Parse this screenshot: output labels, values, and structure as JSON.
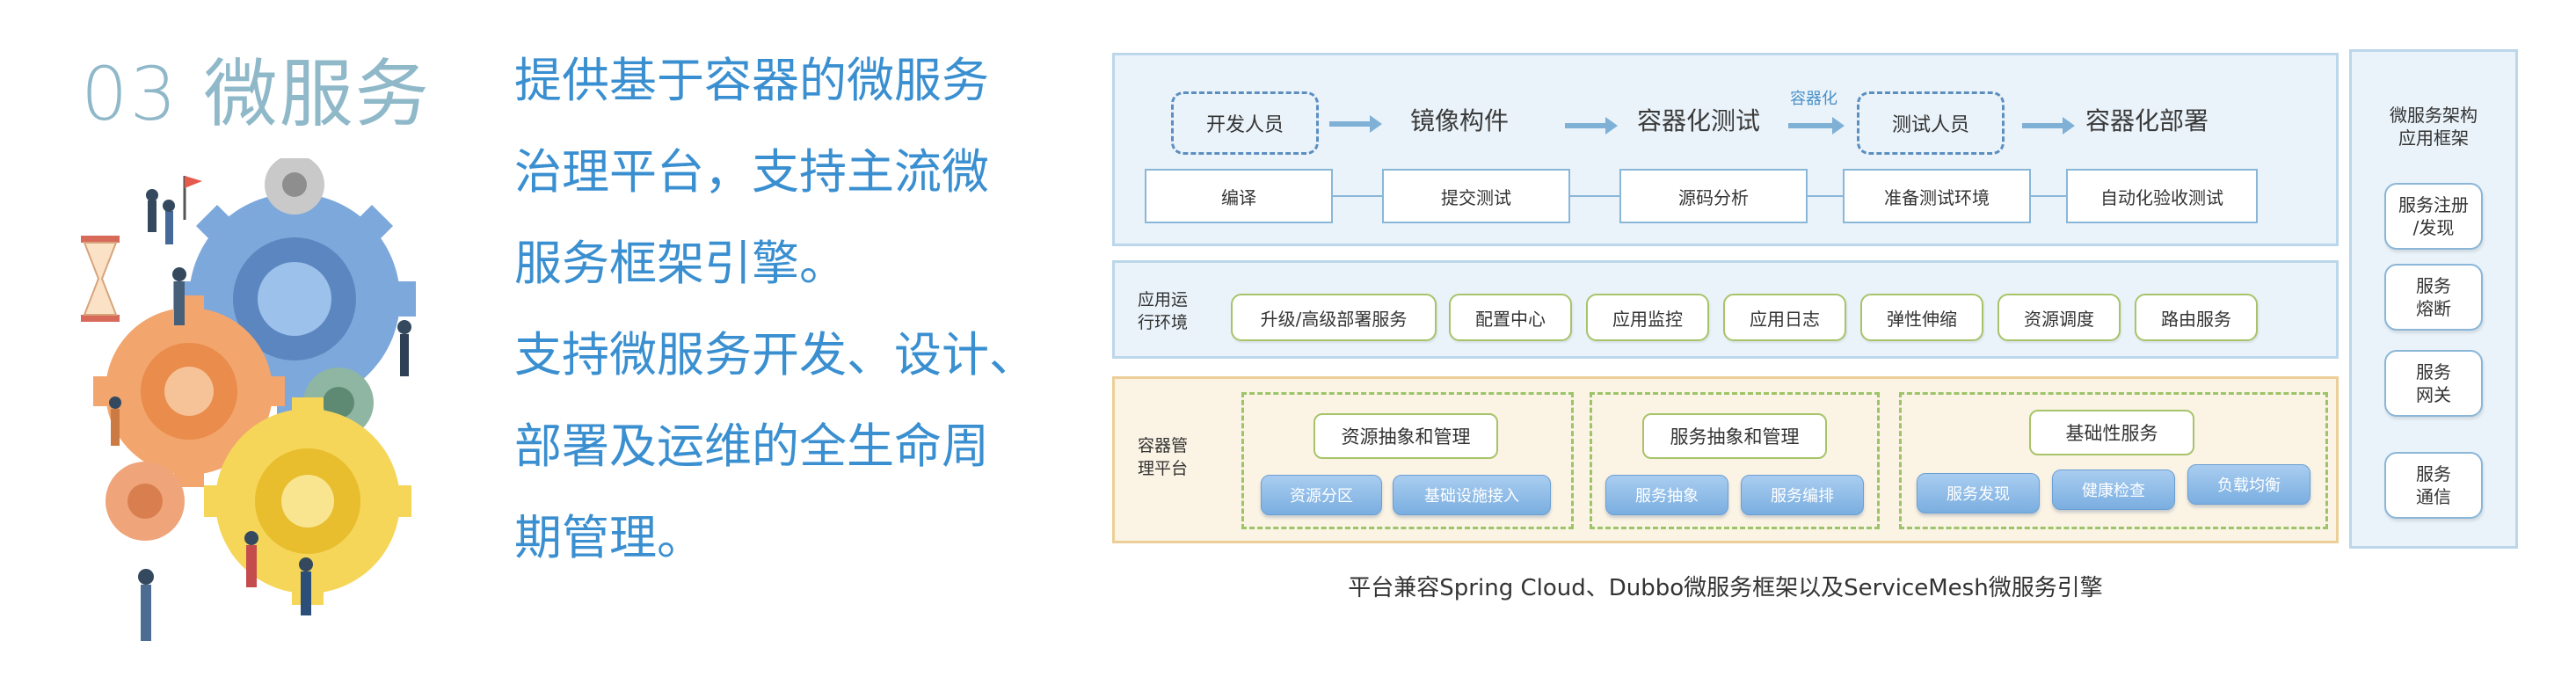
{
  "heading": "03 微服务",
  "description": [
    "提供基于容器的微服务",
    "治理平台，支持主流微",
    "服务框架引擎。",
    "支持微服务开发、设计、",
    "部署及运维的全生命周",
    "期管理。"
  ],
  "pipeline": {
    "dev": "开发人员",
    "image_build": "镜像构件",
    "container_test": "容器化测试",
    "containerize_label": "容器化",
    "tester": "测试人员",
    "container_deploy": "容器化部署",
    "steps": [
      "编译",
      "提交测试",
      "源码分析",
      "准备测试环境",
      "自动化验收测试"
    ]
  },
  "runtime": {
    "label_line1": "应用运",
    "label_line2": "行环境",
    "items": [
      "升级/高级部署服务",
      "配置中心",
      "应用监控",
      "应用日志",
      "弹性伸缩",
      "资源调度",
      "路由服务"
    ]
  },
  "container_platform": {
    "label_line1": "容器管",
    "label_line2": "理平台",
    "groups": [
      {
        "title": "资源抽象和管理",
        "items": [
          "资源分区",
          "基础设施接入"
        ]
      },
      {
        "title": "服务抽象和管理",
        "items": [
          "服务抽象",
          "服务编排"
        ]
      },
      {
        "title": "基础性服务",
        "items": [
          "服务发现",
          "健康检查",
          "负载均衡"
        ]
      }
    ]
  },
  "architecture": {
    "title_line1": "微服务架构",
    "title_line2": "应用框架",
    "cards": [
      {
        "line1": "服务注册",
        "line2": "/发现"
      },
      {
        "line1": "服务",
        "line2": "熔断"
      },
      {
        "line1": "服务",
        "line2": "网关"
      },
      {
        "line1": "服务",
        "line2": "通信"
      }
    ]
  },
  "caption": "平台兼容Spring Cloud、Dubbo微服务框架以及ServiceMesh微服务引擎"
}
